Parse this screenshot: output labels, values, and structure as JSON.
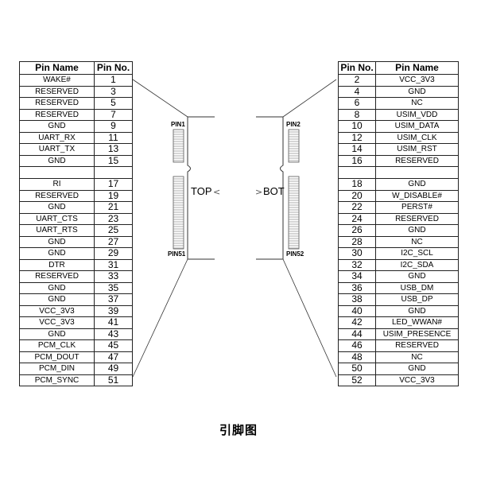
{
  "columns": {
    "left": [
      "Pin Name",
      "Pin No."
    ],
    "right": [
      "Pin No.",
      "Pin Name"
    ]
  },
  "left_pins_top": [
    {
      "name": "WAKE#",
      "no": "1"
    },
    {
      "name": "RESERVED",
      "no": "3"
    },
    {
      "name": "RESERVED",
      "no": "5"
    },
    {
      "name": "RESERVED",
      "no": "7"
    },
    {
      "name": "GND",
      "no": "9"
    },
    {
      "name": "UART_RX",
      "no": "11"
    },
    {
      "name": "UART_TX",
      "no": "13"
    },
    {
      "name": "GND",
      "no": "15"
    }
  ],
  "left_pins_bottom": [
    {
      "name": "RI",
      "no": "17"
    },
    {
      "name": "RESERVED",
      "no": "19"
    },
    {
      "name": "GND",
      "no": "21"
    },
    {
      "name": "UART_CTS",
      "no": "23"
    },
    {
      "name": "UART_RTS",
      "no": "25"
    },
    {
      "name": "GND",
      "no": "27"
    },
    {
      "name": "GND",
      "no": "29"
    },
    {
      "name": "DTR",
      "no": "31"
    },
    {
      "name": "RESERVED",
      "no": "33"
    },
    {
      "name": "GND",
      "no": "35"
    },
    {
      "name": "GND",
      "no": "37"
    },
    {
      "name": "VCC_3V3",
      "no": "39"
    },
    {
      "name": "VCC_3V3",
      "no": "41"
    },
    {
      "name": "GND",
      "no": "43"
    },
    {
      "name": "PCM_CLK",
      "no": "45"
    },
    {
      "name": "PCM_DOUT",
      "no": "47"
    },
    {
      "name": "PCM_DIN",
      "no": "49"
    },
    {
      "name": "PCM_SYNC",
      "no": "51"
    }
  ],
  "right_pins_top": [
    {
      "no": "2",
      "name": "VCC_3V3"
    },
    {
      "no": "4",
      "name": "GND"
    },
    {
      "no": "6",
      "name": "NC"
    },
    {
      "no": "8",
      "name": "USIM_VDD"
    },
    {
      "no": "10",
      "name": "USIM_DATA"
    },
    {
      "no": "12",
      "name": "USIM_CLK"
    },
    {
      "no": "14",
      "name": "USIM_RST"
    },
    {
      "no": "16",
      "name": "RESERVED"
    }
  ],
  "right_pins_bottom": [
    {
      "no": "18",
      "name": "GND"
    },
    {
      "no": "20",
      "name": "W_DISABLE#"
    },
    {
      "no": "22",
      "name": "PERST#"
    },
    {
      "no": "24",
      "name": "RESERVED"
    },
    {
      "no": "26",
      "name": "GND"
    },
    {
      "no": "28",
      "name": "NC"
    },
    {
      "no": "30",
      "name": "I2C_SCL"
    },
    {
      "no": "32",
      "name": "I2C_SDA"
    },
    {
      "no": "34",
      "name": "GND"
    },
    {
      "no": "36",
      "name": "USB_DM"
    },
    {
      "no": "38",
      "name": "USB_DP"
    },
    {
      "no": "40",
      "name": "GND"
    },
    {
      "no": "42",
      "name": "LED_WWAN#"
    },
    {
      "no": "44",
      "name": "USIM_PRESENCE"
    },
    {
      "no": "46",
      "name": "RESERVED"
    },
    {
      "no": "48",
      "name": "NC"
    },
    {
      "no": "50",
      "name": "GND"
    },
    {
      "no": "52",
      "name": "VCC_3V3"
    }
  ],
  "connector": {
    "pin1": "PIN1",
    "pin2": "PIN2",
    "pin51": "PIN51",
    "pin52": "PIN52",
    "top": "TOP",
    "bot": "BOT"
  },
  "caption": "引脚图"
}
